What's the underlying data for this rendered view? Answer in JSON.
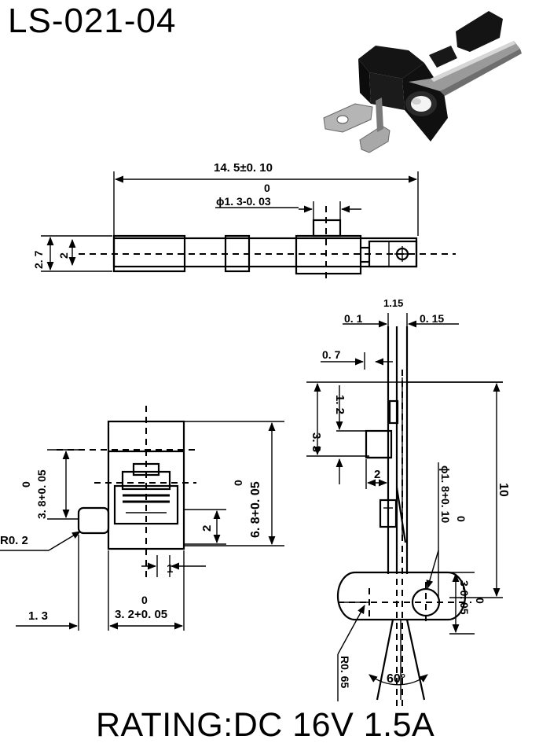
{
  "title": "LS-021-04",
  "rating": "RATING:DC 16V 1.5A",
  "product_photo": {
    "description_icon": "switch-product-photo"
  },
  "top_view": {
    "overall_length": "14. 5±0. 10",
    "hole_tol_zero": "0",
    "hole_dia": "ϕ1. 3-0. 03",
    "height_27": "2. 7",
    "height_2": "2"
  },
  "front_view": {
    "tol_zero_a": "0",
    "dim_38": "3. 8+0. 05",
    "radius_02": "R0. 2",
    "dim_13": "1. 3",
    "tol_zero_b": "0",
    "dim_32": "3. 2+0. 05",
    "dim_1": "1",
    "dim_2": "2",
    "tol_zero_c": "0",
    "dim_68": "6. 8+0. 05"
  },
  "side_view": {
    "dim_115": "1.15",
    "dim_01": "0. 1",
    "dim_015": "0. 15",
    "dim_07": "0. 7",
    "dim_12": "1. 2",
    "dim_33": "3. 3",
    "dim_2": "2",
    "tol_zero_d": "0",
    "dim_18": "ϕ1. 8+0. 10",
    "dim_10": "10",
    "tol_zero_e": "0",
    "dim_3": "3-0. 05",
    "radius_065": "R0. 65",
    "angle_60": "60°"
  }
}
